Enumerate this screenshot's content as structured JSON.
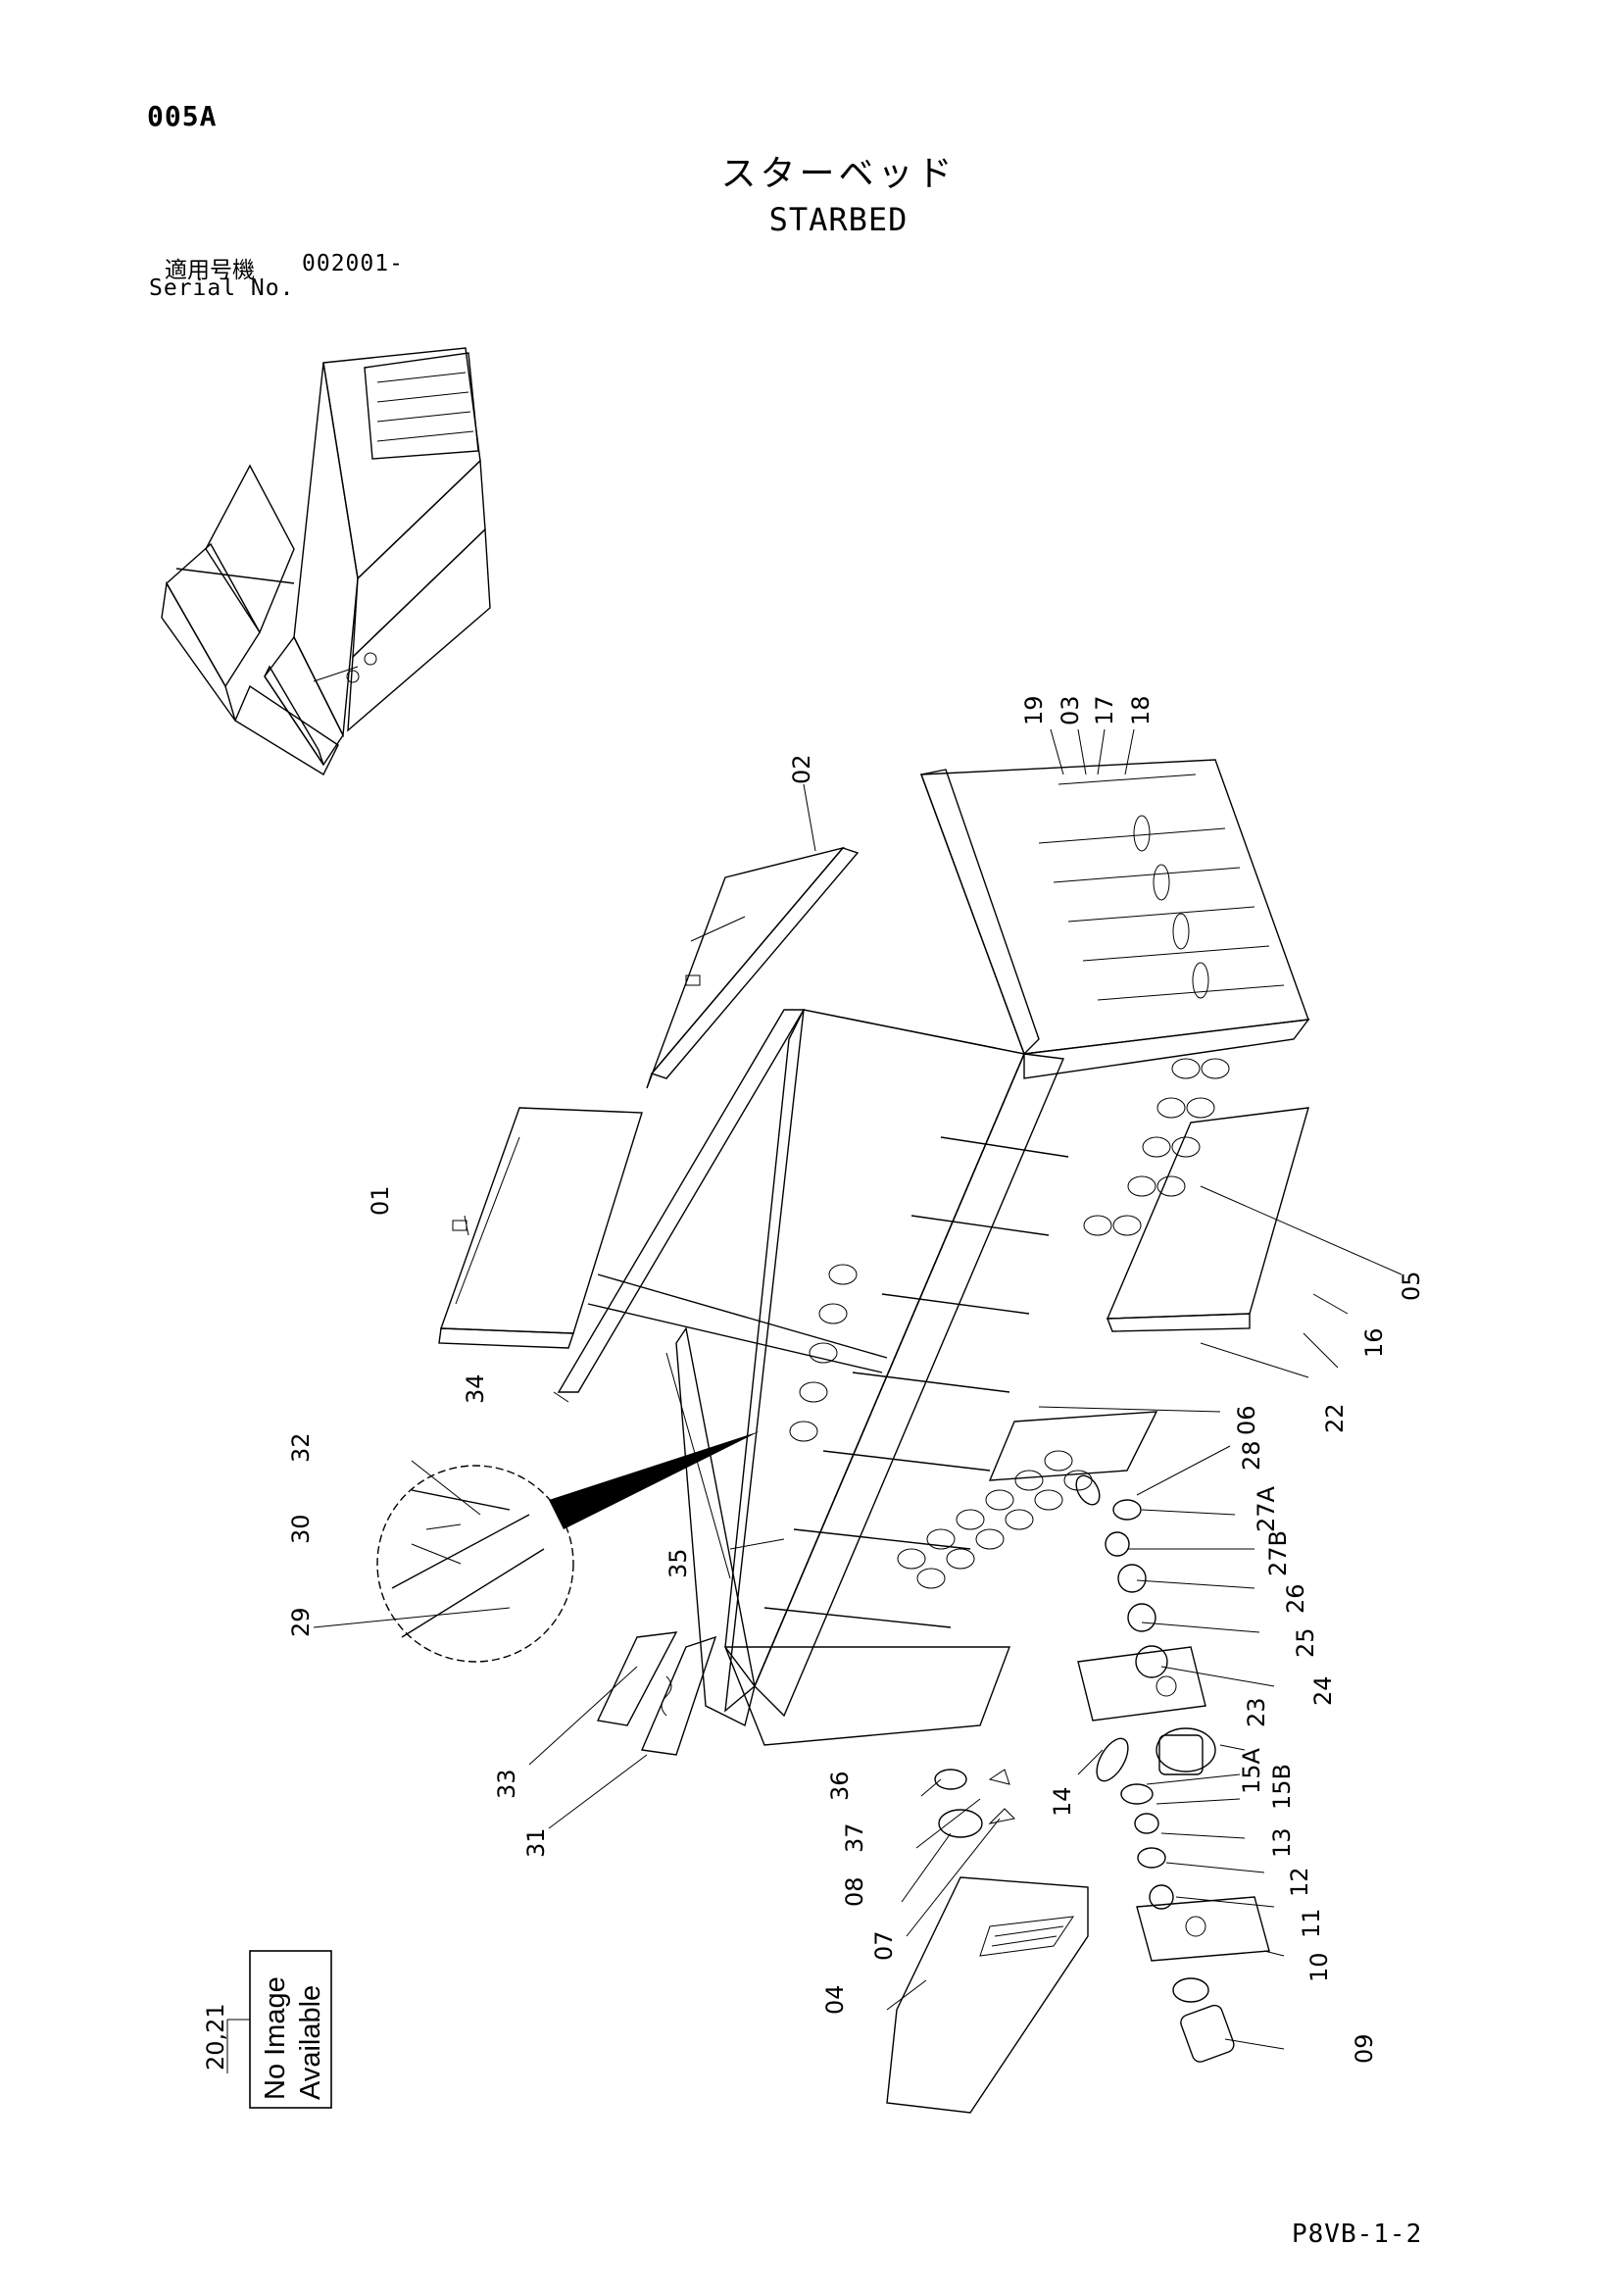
{
  "header": {
    "page_code": "005A",
    "title_jp": "スターベッド",
    "title_en": "STARBED",
    "serial_label_jp": "適用号機",
    "serial_number": "002001-",
    "serial_label_en": "Serial No."
  },
  "callouts": {
    "c01": "01",
    "c02": "02",
    "c03": "03",
    "c04": "04",
    "c05": "05",
    "c06": "06",
    "c07": "07",
    "c08": "08",
    "c09": "09",
    "c10": "10",
    "c11": "11",
    "c12": "12",
    "c13": "13",
    "c14": "14",
    "c15A": "15A",
    "c15B": "15B",
    "c16": "16",
    "c17": "17",
    "c18": "18",
    "c19": "19",
    "c22": "22",
    "c23": "23",
    "c24": "24",
    "c25": "25",
    "c26": "26",
    "c27A": "27A",
    "c27B": "27B",
    "c28": "28",
    "c29": "29",
    "c30": "30",
    "c31": "31",
    "c32": "32",
    "c33": "33",
    "c34": "34",
    "c35": "35",
    "c36": "36",
    "c37": "37"
  },
  "no_image": {
    "part_ref": "20,21",
    "line1": "No Image",
    "line2": "Available"
  },
  "footer": {
    "page_ref": "P8VB-1-2"
  }
}
